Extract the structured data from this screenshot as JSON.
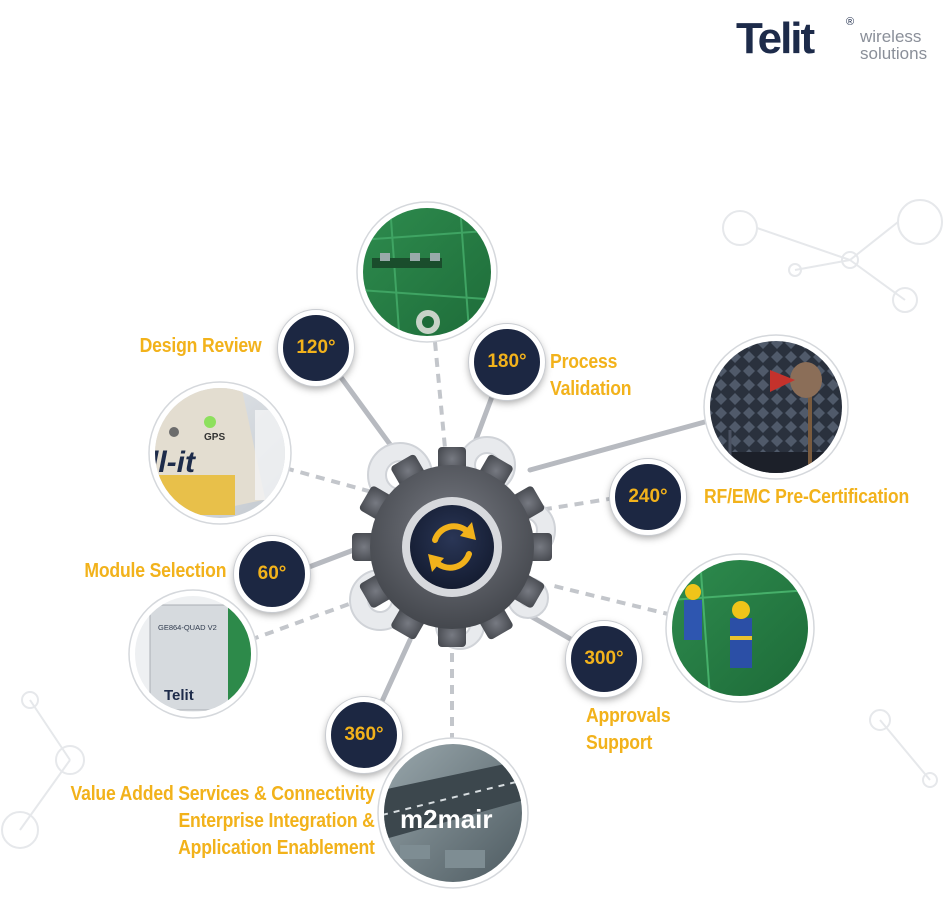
{
  "logo": {
    "brand": "Telit",
    "registered": "®",
    "tagline_1": "wireless",
    "tagline_2": "solutions"
  },
  "center": {
    "icon": "refresh-arrows-icon"
  },
  "steps": [
    {
      "degree": "60°",
      "label": "Module Selection"
    },
    {
      "degree": "120°",
      "label": "Design Review"
    },
    {
      "degree": "180°",
      "label": "Process Validation"
    },
    {
      "degree": "240°",
      "label": "RF/EMC Pre-Certification"
    },
    {
      "degree": "300°",
      "label": "Approvals Support"
    },
    {
      "degree": "360°",
      "label": "Value Added Services & Connectivity Enterprise Integration & Application Enablement"
    }
  ],
  "label_lines": {
    "module": "Module Selection",
    "design": "Design Review",
    "process_1": "Process",
    "process_2": "Validation",
    "rf": "RF/EMC Pre-Certification",
    "approvals_1": "Approvals",
    "approvals_2": "Support",
    "value_1": "Value Added Services & Connectivity",
    "value_2": "Enterprise Integration &",
    "value_3": "Application Enablement"
  },
  "photos": {
    "dev_kit_text_1": "GPS",
    "dev_kit_text_2": "ll-it",
    "module_chip_text": "GE864-QUAD V2",
    "module_brand": "Telit",
    "m2mair_text": "m2mair"
  },
  "colors": {
    "accent": "#f2b21b",
    "navy": "#1c2742",
    "gear": "#5e6168",
    "connector": "#b7bac0"
  }
}
